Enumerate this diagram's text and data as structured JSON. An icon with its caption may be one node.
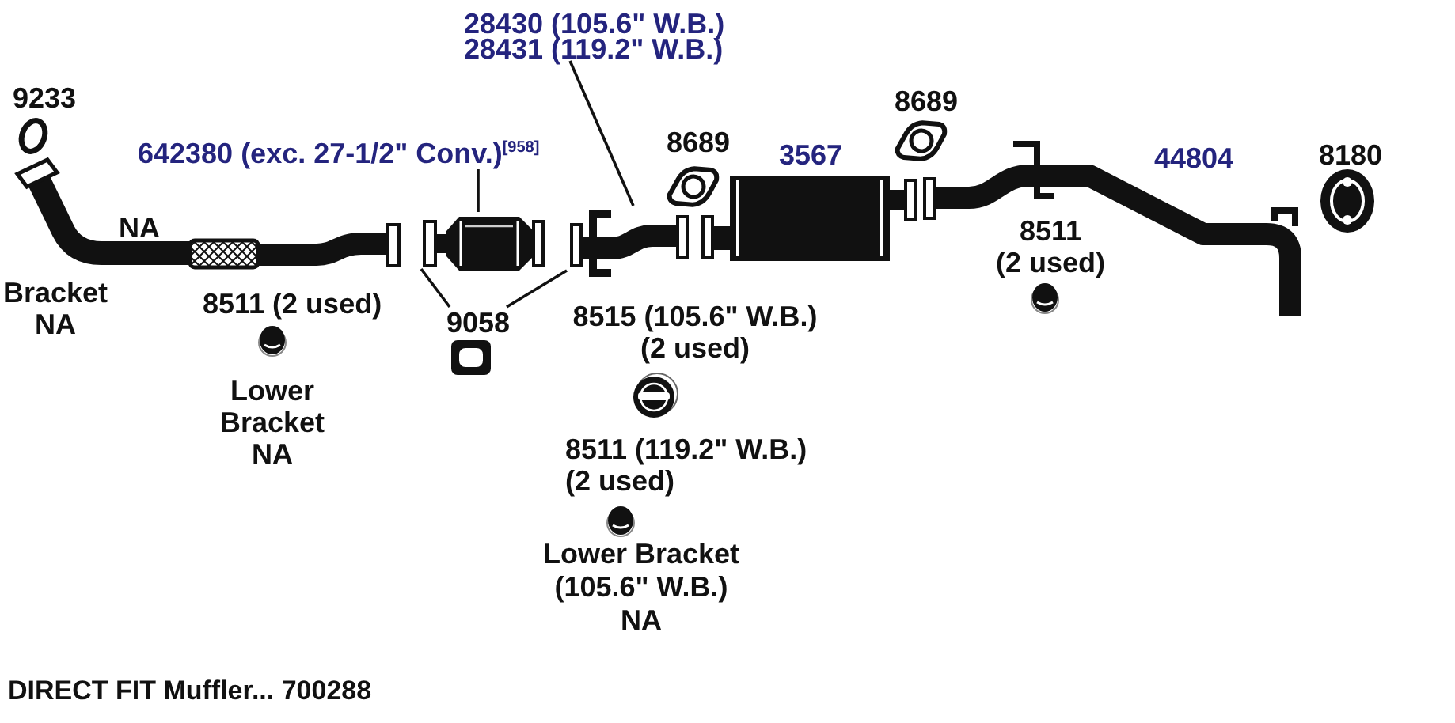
{
  "diagram": {
    "caption": "DIRECT FIT Muffler... 700288",
    "nodes": [
      {
        "text": [
          "28430 (105.6\" W.B.)",
          "28431 (119.2\" W.B.)"
        ]
      },
      {
        "text": [
          "642380 (exc. 27-1/2\" Conv.)$^{[958]}$"
        ]
      },
      {
        "text": [],
        "shape": "picture"
      },
      {
        "text": [],
        "shape": "picture"
      },
      {
        "text": [
          "9058"
        ]
      }
    ],
    "edges": [
      {
        "from": 0,
        "to": 3,
        "arrow": "none"
      },
      {
        "from": 1,
        "to": 2,
        "arrow": "none"
      },
      {
        "from": 4,
        "to": 2,
        "arrow": "none"
      },
      {
        "from": 4,
        "to": 3,
        "arrow": "none"
      }
    ],
    "labels": [
      "9233",
      "8689",
      "8689",
      "3567",
      "44804",
      "8180",
      "NA",
      "8511 (2 used)",
      "Bracket NA",
      "8511 (2 used)",
      "8515 (105.6\" W.B.) (2 used)",
      "Lower Bracket NA",
      "8511 (119.2\" W.B.) (2 used)",
      "Lower Bracket (105.6\" W.B.) NA"
    ]
  }
}
